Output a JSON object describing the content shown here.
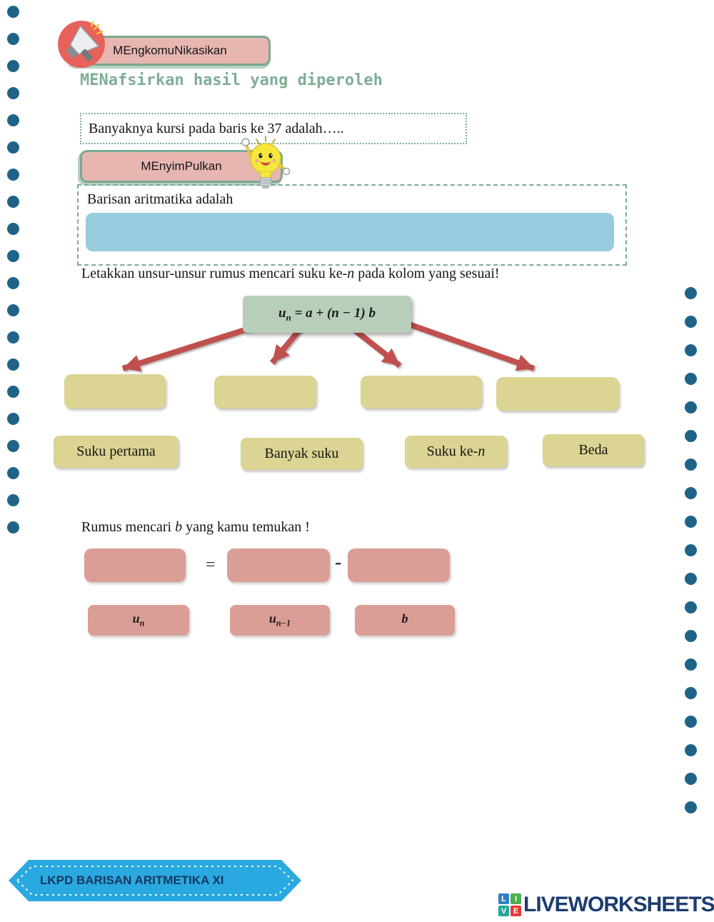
{
  "header": {
    "communicate_badge": "MEngkomuNikasikan",
    "heading": "MENafsirkan hasil yang diperoleh"
  },
  "question": {
    "text": "Banyaknya kursi pada baris ke 37 adalah….."
  },
  "conclusion": {
    "badge": "MEnyimPulkan",
    "label": "Barisan aritmatika adalah"
  },
  "matching": {
    "instruction_pre": "Letakkan unsur-unsur rumus mencari suku ke-",
    "instruction_italic": "n",
    "instruction_post": " pada kolom yang sesuai!",
    "formula": {
      "base": "u",
      "sub": "n",
      "rest": " = a + (n − 1) b"
    },
    "labels": [
      {
        "pre": "Suku pertama",
        "italic": ""
      },
      {
        "pre": "Banyak suku",
        "italic": ""
      },
      {
        "pre": "Suku ke-",
        "italic": "n"
      },
      {
        "pre": "Beda",
        "italic": ""
      }
    ]
  },
  "formula_b": {
    "prompt_pre": "Rumus mencari ",
    "prompt_italic": "b",
    "prompt_post": " yang kamu temukan !",
    "equals": "=",
    "minus": "-",
    "tokens": [
      {
        "base": "u",
        "sub": "n"
      },
      {
        "base": "u",
        "sub": "n−1"
      },
      {
        "base": "b",
        "sub": ""
      }
    ]
  },
  "footer": {
    "ribbon": "LKPD BARISAN ARITMETIKA XI",
    "logo_text": "LIVEWORKSHEETS",
    "logo_squares": [
      {
        "letter": "L",
        "color": "#2f7fc1"
      },
      {
        "letter": "I",
        "color": "#4caf50"
      },
      {
        "letter": "V",
        "color": "#26a69a"
      },
      {
        "letter": "E",
        "color": "#e53935"
      }
    ]
  },
  "colors": {
    "dot": "#1f6488",
    "badge_fill": "#e7b6b1",
    "badge_border": "#7aa98e",
    "heading_green": "#7fae96",
    "answer_blue": "#97cbde",
    "formula_green": "#b7ceba",
    "label_yellow": "#dbd492",
    "token_pink": "#db9e97",
    "arrow_red": "#c0504d",
    "ribbon_blue": "#29a9e0",
    "ribbon_text": "#17375e",
    "logo_navy": "#1d3d6e"
  }
}
